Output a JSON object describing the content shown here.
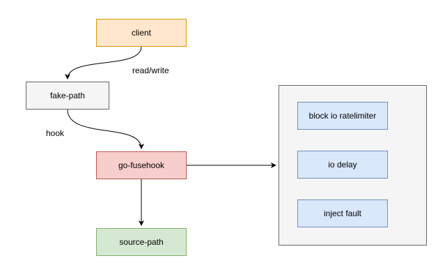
{
  "nodes": {
    "client": "client",
    "fake_path": "fake-path",
    "go_fusehook": "go-fusehook",
    "source_path": "source-path"
  },
  "edges": {
    "client_to_fake": "read/write",
    "fake_to_fuse": "hook"
  },
  "hook_group": {
    "items": [
      "block io ratelimiter",
      "io delay",
      "inject fault"
    ]
  },
  "colors": {
    "client_fill": "#ffe6cc",
    "fake_path_fill": "#f5f5f5",
    "fusehook_fill": "#f8cecc",
    "source_path_fill": "#d5e8d4",
    "group_fill": "#f5f5f5",
    "item_fill": "#dae8fc"
  }
}
